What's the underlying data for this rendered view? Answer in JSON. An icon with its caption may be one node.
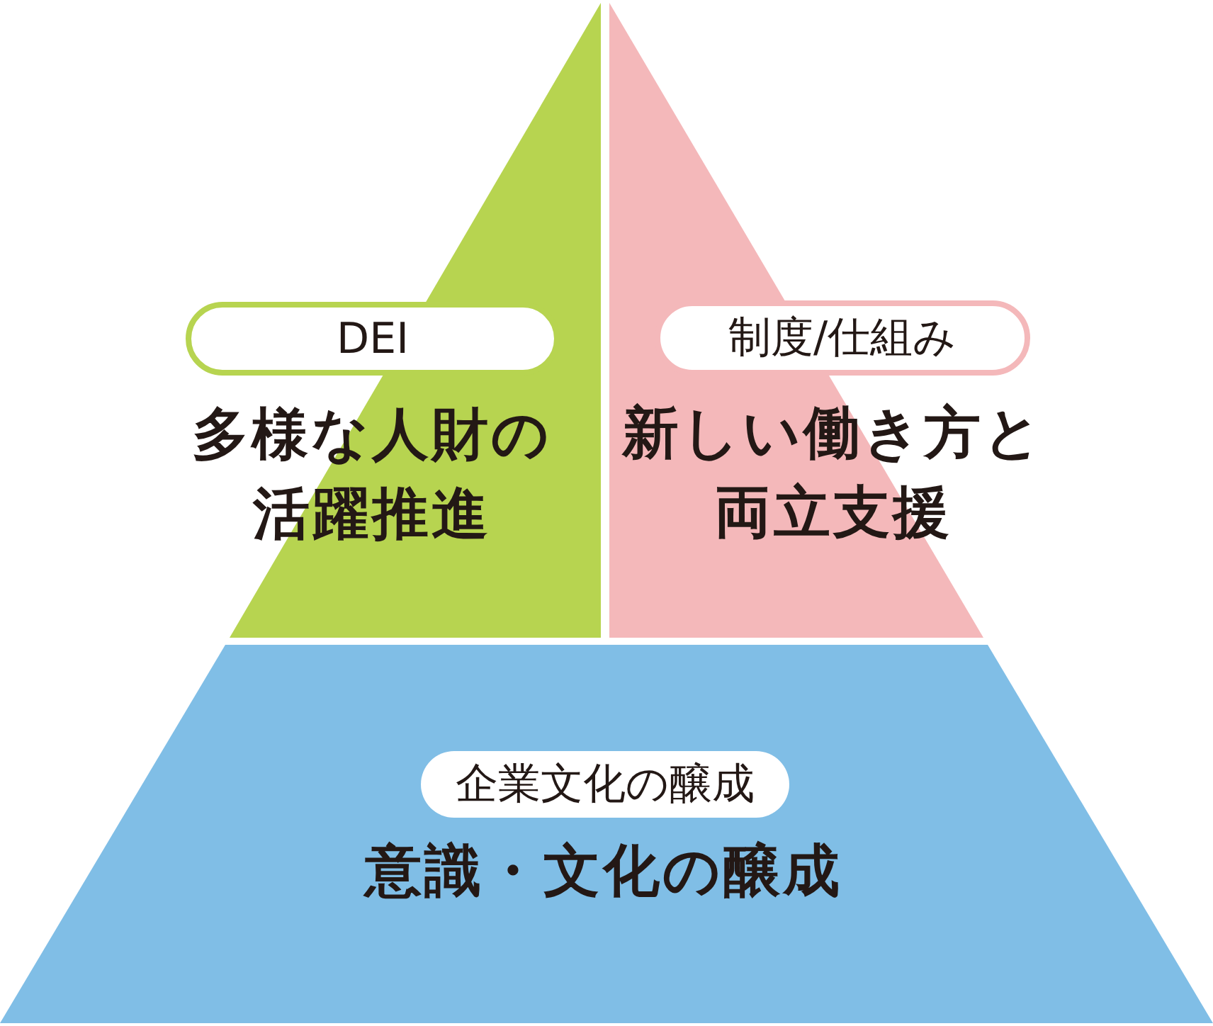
{
  "diagram": {
    "nodes": [
      {
        "text": [
          "多様な人財の活躍推進"
        ]
      },
      {
        "text": [
          "DEI"
        ]
      },
      {
        "text": [
          "新しい働き方と両立支援"
        ]
      },
      {
        "text": [
          "制度/仕組み"
        ]
      },
      {
        "text": [
          "意識・文化の醸成"
        ]
      },
      {
        "text": [
          "企業文化の醸成"
        ],
        "in": 4
      }
    ]
  }
}
